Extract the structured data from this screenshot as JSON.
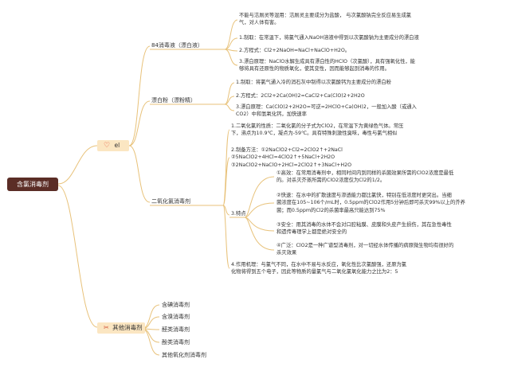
{
  "root": {
    "label": "含氯消毒剂"
  },
  "cat1": {
    "label": "el",
    "children": {
      "84": {
        "label": "84消毒液（漂白液）",
        "intro": [
          "不能与洁厕灵等混用：洁厕灵主要成分为盐酸， 与次氯酸钠完全反应易生成氯",
          "气，对人体有害。"
        ],
        "items": [
          "1.制取：在常温下，将氯气通入NaOH溶液中得到以次氯酸钠为主要成分的漂白液",
          "2.方程式：Cl2+2NaOH=NaCl+NaClO+H2O。"
        ],
        "principle": [
          "3.漂白原理：NaClO水解生成具有漂白性的HClO（次氯酸），具有强氧化性，能",
          "够将具有还原性的物质氧化，使其变性，因而能够起到消毒的作用。"
        ]
      },
      "bleach": {
        "label": "漂白粉（漂粉精）",
        "items": [
          "1.制取：将氯气通入冷的消石灰中制得以次氯酸钙为主要成分的漂白粉",
          "2.方程式：2Cl2+2Ca(OH)2=CaCl2+Ca(ClO)2+2H2O"
        ],
        "principle": [
          "3.漂白原理：Ca(ClO)2+2H2O=可逆=2HClO+Ca(OH)2，一般加入酸（或通入",
          "CO2）中和氢氧化钙，加快速率"
        ]
      },
      "clo2": {
        "label": "二氧化氯消毒剂",
        "nature": [
          "1.二氧化氯的性质：二氧化氯的分子式为ClO2，在常温下为黄绿色气体。常压",
          "下，沸点为10.9℃，凝点为-59℃。具有特殊刺激性臭味，毒性与氯气相似"
        ],
        "prep": [
          "2.制备方法：①2NaClO2+Cl2=2ClO2↑+2NaCl",
          "②5NaClO2+4HCl=4ClO2↑+5NaCl+2H2O",
          "③2NaClO2+NaClO+2HCl=2ClO2↑+3NaCl+H2O"
        ],
        "features_label": "3.特点",
        "features": [
          [
            "①高效：在常用消毒剂中，相同时间内到同样的杀菌效果所需的ClO2浓度是最低",
            "的。对杀灭芥蒸所需的ClO2浓度仅为Cl2的1/2。"
          ],
          [
            "②快速：在水中的扩散速度与渗透能力都比氯快，特别在低浓度时更突出。当细",
            "菌浓度在105~106个/mL时，0.5ppm的ClO2作用5分钟后即可杀灭99%以上的芥养",
            "菌；而0.5ppm的Cl2的杀菌率最高只能达到75%"
          ],
          [
            "③安全：用其消毒的水体不会对口腔粘膜、皮膜和头皮产生损伤，其在急性毒性",
            "和遗传毒理学上都是绝对安全的"
          ],
          [
            "④广泛：ClO2是一种广谱型消毒剂，对一切经水体传播的病原微生物均有很好的",
            "杀灭效果"
          ]
        ],
        "mechanism": [
          "4.作用机理：与氯气不同，在水中不易与水反应，氧化性比次氯酸强，还原为氯",
          "化物将得到五个电子，因此等物质的量氯气与二氧化氯氧化能力之比为2：5"
        ]
      }
    }
  },
  "cat2": {
    "label": "其他消毒剂",
    "children": [
      "含碘消毒剂",
      "含溴消毒剂",
      "醛类消毒剂",
      "酚类消毒剂",
      "其他氧化剂消毒剂"
    ]
  },
  "colors": {
    "line": "#e8c27a",
    "root": "#5b2d26",
    "cat_bg": "#fbe6c2"
  }
}
